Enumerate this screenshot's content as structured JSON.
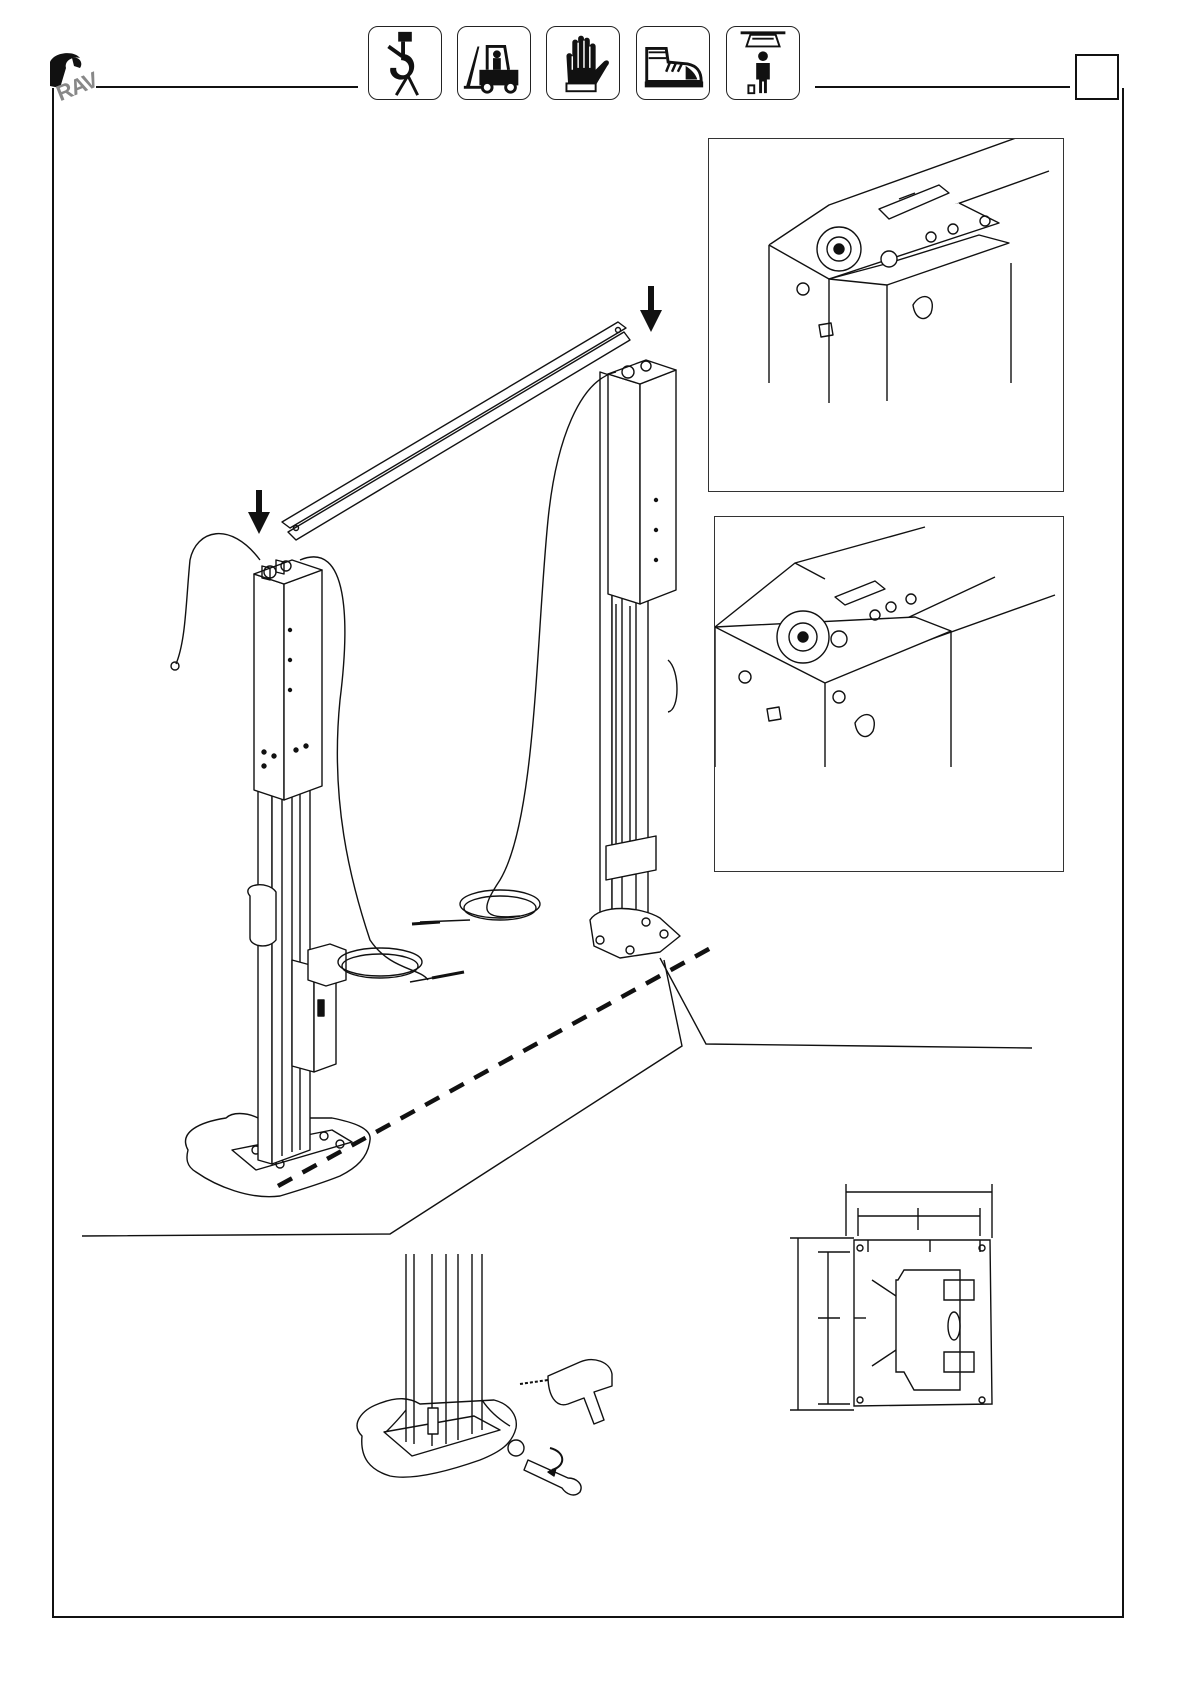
{
  "header": {
    "logo_text": "RAV",
    "page_number": "",
    "safety_icons": [
      {
        "name": "crane-hook-icon"
      },
      {
        "name": "forklift-icon"
      },
      {
        "name": "safety-gloves-icon"
      },
      {
        "name": "safety-shoes-icon"
      },
      {
        "name": "suspended-load-icon"
      }
    ]
  },
  "figures": {
    "main": "two-post-lift-installation",
    "detail_top": "column-top-pulley-detail-1",
    "detail_middle": "column-top-pulley-detail-2",
    "detail_anchor": "column-base-anchoring",
    "detail_plate": "base-plate-dimensions"
  },
  "colors": {
    "line": "#111111",
    "frame": "#111111",
    "logo": "#888888"
  }
}
